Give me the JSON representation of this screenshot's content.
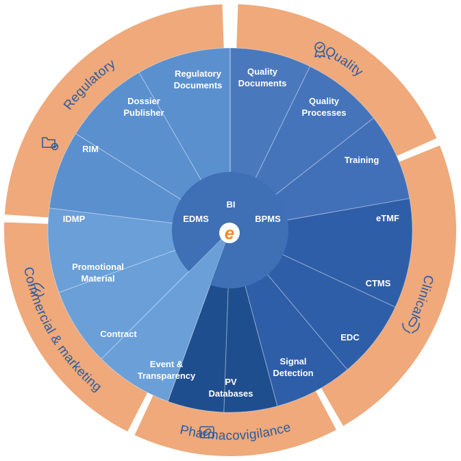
{
  "categories": [
    {
      "id": "quality",
      "label": "Quality",
      "fill": "#efa97a",
      "icon": "award-ribbon-icon"
    },
    {
      "id": "clinical",
      "label": "Clinical",
      "fill": "#efa97a",
      "icon": "hands-pill-icon"
    },
    {
      "id": "pharmacovigilance",
      "label": "Pharmacovigilance",
      "fill": "#efa97a",
      "icon": "pill-icon"
    },
    {
      "id": "commercial",
      "label": "Commercial & marketing",
      "fill": "#efa97a",
      "icon": "handshake-icon"
    },
    {
      "id": "regulatory",
      "label": "Regulatory",
      "fill": "#efa97a",
      "icon": "folder-check-icon"
    }
  ],
  "segments": [
    {
      "lines": [
        "Quality",
        "Documents"
      ],
      "color": "#4a78bd"
    },
    {
      "lines": [
        "Quality",
        "Processes"
      ],
      "color": "#4674bb"
    },
    {
      "lines": [
        "Training"
      ],
      "color": "#4270b8"
    },
    {
      "lines": [
        "eTMF"
      ],
      "color": "#2f5ea8"
    },
    {
      "lines": [
        "CTMS"
      ],
      "color": "#2f5ea8"
    },
    {
      "lines": [
        "EDC"
      ],
      "color": "#2f5ea8"
    },
    {
      "lines": [
        "Signal",
        "Detection"
      ],
      "color": "#1f4e8e"
    },
    {
      "lines": [
        "PV",
        "Databases"
      ],
      "color": "#1f4e8e"
    },
    {
      "lines": [
        "Event &",
        "Transparency"
      ],
      "color": "#6a9fd8"
    },
    {
      "lines": [
        "Contract"
      ],
      "color": "#6a9fd8"
    },
    {
      "lines": [
        "Promotional",
        "Material"
      ],
      "color": "#6a9fd8"
    },
    {
      "lines": [
        "IDMP"
      ],
      "color": "#5b90cf"
    },
    {
      "lines": [
        "RIM"
      ],
      "color": "#5b90cf"
    },
    {
      "lines": [
        "Dossier",
        "Publisher"
      ],
      "color": "#5b90cf"
    },
    {
      "lines": [
        "Regulatory",
        "Documents"
      ],
      "color": "#5b90cf"
    }
  ],
  "hub": {
    "items": [
      "BI",
      "BPMS",
      "EDMS"
    ],
    "color": "#3f6fb5",
    "logo": {
      "letter": "e",
      "icon": "company-logo-icon",
      "color": "#f08a2c"
    }
  }
}
